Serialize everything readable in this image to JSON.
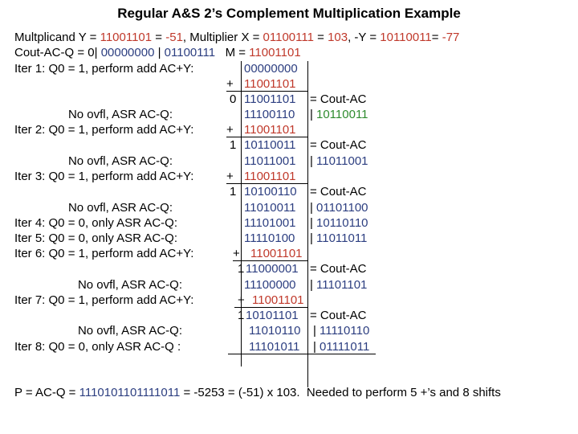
{
  "title": "Regular A&S 2’s Complement Multiplication Example",
  "colors": {
    "red": "#c0392b",
    "blue": "#2c3e80",
    "green": "#2e8b2e"
  },
  "header": {
    "line1": {
      "a": "Multplicand Y = ",
      "y_bits": "11001101",
      "b": " = ",
      "y_dec": "-51",
      "c": ", Multiplier X = ",
      "x_bits": "01100111",
      "d": " = ",
      "x_dec": "103",
      "e": ", -Y = ",
      "ny_bits": "10110011",
      "f": "= ",
      "ny_dec": "-77"
    },
    "line2": {
      "a": "Cout-AC-Q = 0| ",
      "ac": "00000000",
      "sep": " | ",
      "q": "01100111",
      "b": "   M = ",
      "m": "11001101"
    }
  },
  "rows": {
    "it1": "Iter 1: Q0 = 1, perform add AC+Y:",
    "it1_ac": "00000000",
    "it1_plus": "+",
    "it1_m": "11001101",
    "it1_c": "0",
    "it1_sum": "11001101",
    "it1_eq": "= Cout-AC",
    "no1": "No ovfl, ASR AC-Q:",
    "no1_ac": "11100110",
    "no1_q": "10110011",
    "it2": "Iter 2: Q0 = 1, perform add AC+Y:",
    "it2_plus": "+",
    "it2_m": "11001101",
    "it2_c": "1",
    "it2_sum": "10110011",
    "it2_eq": "= Cout-AC",
    "no2": "No ovfl, ASR AC-Q:",
    "no2_ac": "11011001",
    "no2_q": "11011001",
    "it3": "Iter 3: Q0 = 1, perform add AC+Y:",
    "it3_plus": "+",
    "it3_m": "11001101",
    "it3_c": "1",
    "it3_sum": "10100110",
    "it3_eq": "= Cout-AC",
    "no3": "No ovfl, ASR AC-Q:",
    "no3_ac": "11010011",
    "no3_q": "01101100",
    "it4": "Iter 4: Q0 = 0, only ASR AC-Q:",
    "it4_ac": "11101001",
    "it4_q": "10110110",
    "it5": "Iter 5: Q0 = 0, only ASR AC-Q:",
    "it5_ac": "11110100",
    "it5_q": "11011011",
    "it6": "Iter 6: Q0 = 1, perform add AC+Y:",
    "it6_plus": "+",
    "it6_m": "11001101",
    "it6_c": "1",
    "it6_sum": "11000001",
    "it6_eq": "= Cout-AC",
    "no6": "No ovfl, ASR AC-Q:",
    "no6_ac": "11100000",
    "no6_q": "11101101",
    "it7": "Iter 7: Q0 = 1, perform add AC+Y:",
    "it7_plus": "+",
    "it7_m": "11001101",
    "it7_c": "1",
    "it7_sum": "10101101",
    "it7_eq": "= Cout-AC",
    "no7": "No ovfl, ASR AC-Q:",
    "no7_ac": "11010110",
    "no7_q": "11110110",
    "it8": "Iter 8: Q0 = 0, only ASR AC-Q :",
    "it8_ac": "11101011",
    "it8_q": "01111011",
    "bar": "|"
  },
  "footer": {
    "a": "P = AC-Q = ",
    "p_bits": "1110101101111011",
    "b": " = -5253 = (-51) x 103.  Needed to perform 5 +’s and 8 shifts"
  }
}
